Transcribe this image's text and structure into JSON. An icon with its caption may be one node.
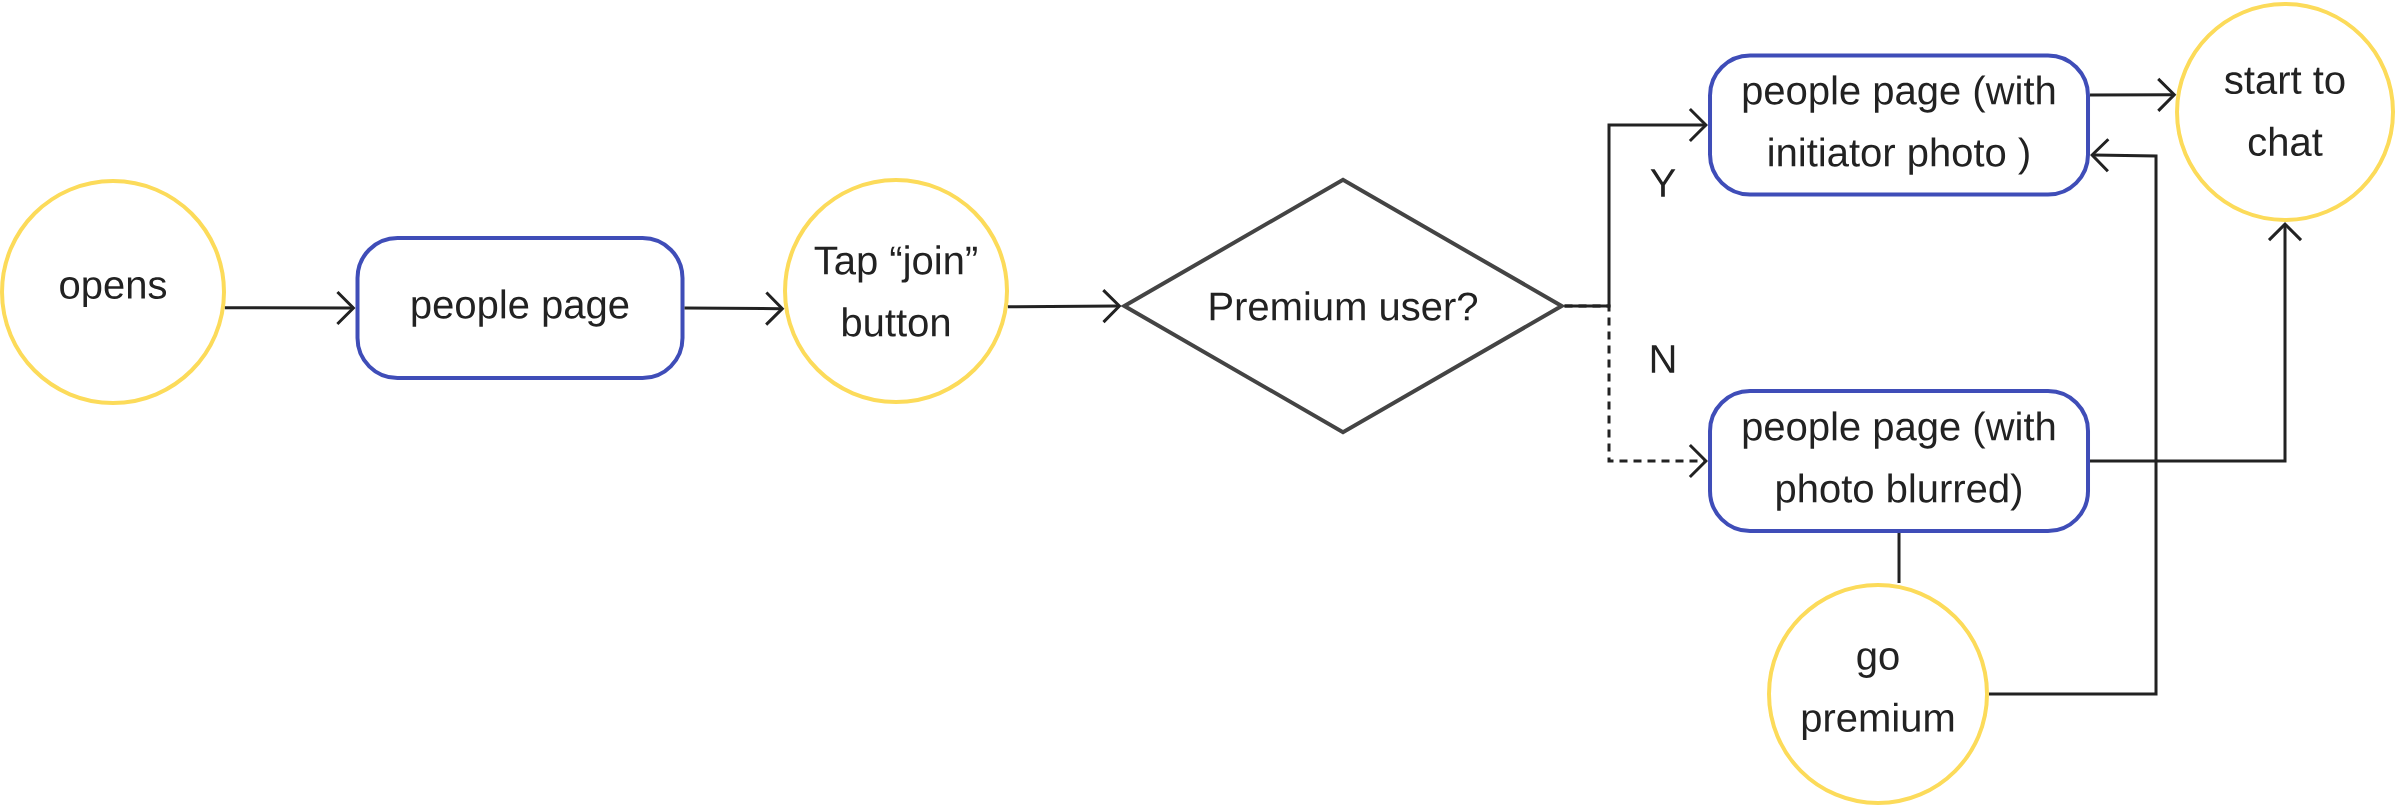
{
  "diagram": {
    "nodes": [
      {
        "text": [
          "opens"
        ]
      },
      {
        "text": [
          "people page"
        ]
      },
      {
        "text": [
          "Tap “join” button"
        ]
      },
      {
        "text": [
          "Premium user?"
        ]
      },
      {
        "text": [
          "people page (with initiator photo )"
        ]
      },
      {
        "text": [
          "start to chat"
        ]
      },
      {
        "text": [
          "people page (with photo blurred)"
        ]
      },
      {
        "text": [
          "go premium"
        ]
      }
    ],
    "edges": [
      {
        "from": 0,
        "to": 1,
        "arrow": "to"
      },
      {
        "from": 1,
        "to": 2,
        "arrow": "to"
      },
      {
        "from": 2,
        "to": 3,
        "arrow": "to"
      },
      {
        "from": 3,
        "to": 4,
        "arrow": "to",
        "label": "Y"
      },
      {
        "from": 3,
        "to": 6,
        "arrow": "to",
        "label": "N",
        "style": "dashed"
      },
      {
        "from": 4,
        "to": 5,
        "arrow": "to"
      },
      {
        "from": 6,
        "to": 5,
        "arrow": "to"
      },
      {
        "from": 6,
        "to": 7,
        "arrow": "none"
      },
      {
        "from": 7,
        "to": 4,
        "arrow": "to"
      }
    ]
  }
}
